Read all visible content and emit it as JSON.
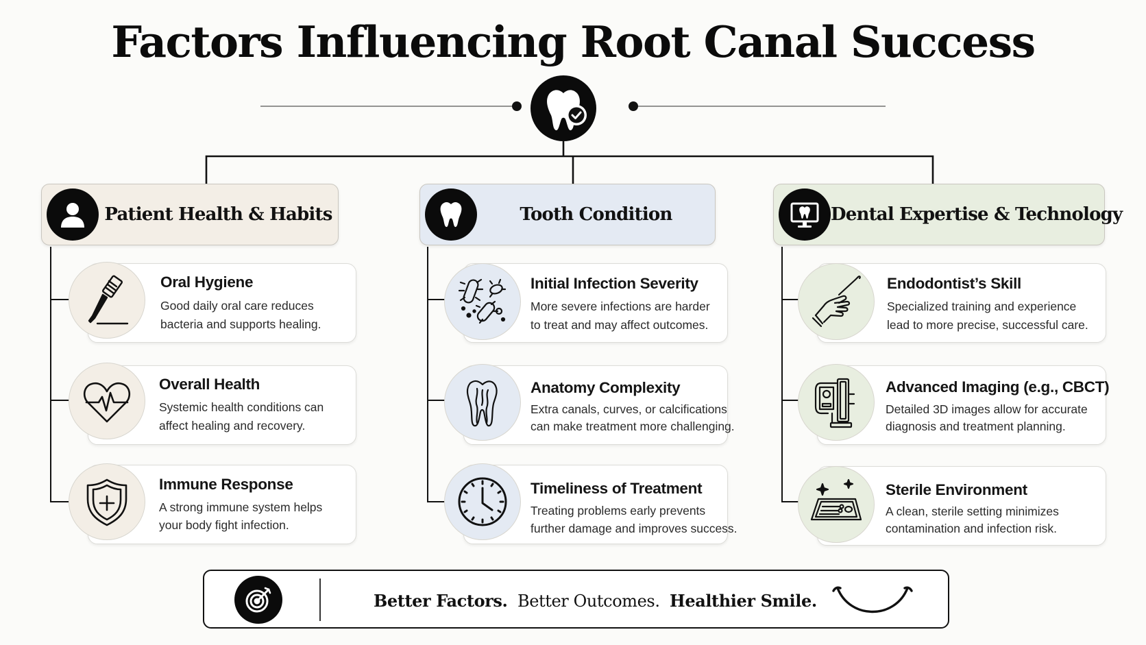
{
  "title": "Factors Influencing Root Canal Success",
  "columns": [
    {
      "title": "Patient Health & Habits",
      "icon": "person-icon",
      "color": "#f3eee6",
      "items": [
        {
          "title": "Oral Hygiene",
          "desc1": "Good daily oral care reduces",
          "desc2": "bacteria and supports healing.",
          "icon": "toothbrush-icon"
        },
        {
          "title": "Overall Health",
          "desc1": "Systemic health conditions can",
          "desc2": "affect healing and recovery.",
          "icon": "heart-pulse-icon"
        },
        {
          "title": "Immune Response",
          "desc1": "A strong immune system helps",
          "desc2": "your body fight infection.",
          "icon": "shield-plus-icon"
        }
      ]
    },
    {
      "title": "Tooth Condition",
      "icon": "tooth-icon",
      "color": "#e4eaf3",
      "items": [
        {
          "title": "Initial Infection Severity",
          "desc1": "More severe infections are harder",
          "desc2": "to treat and may affect outcomes.",
          "icon": "bacteria-icon"
        },
        {
          "title": "Anatomy Complexity",
          "desc1": "Extra canals, curves, or calcifications",
          "desc2": "can make treatment more challenging.",
          "icon": "tooth-roots-icon"
        },
        {
          "title": "Timeliness of Treatment",
          "desc1": "Treating problems early prevents",
          "desc2": "further damage and improves success.",
          "icon": "clock-icon"
        }
      ]
    },
    {
      "title": "Dental Expertise & Technology",
      "icon": "monitor-tooth-icon",
      "color": "#e8eee0",
      "items": [
        {
          "title": "Endodontist’s Skill",
          "desc1": "Specialized training and experience",
          "desc2": "lead to more precise, successful care.",
          "icon": "hand-instrument-icon"
        },
        {
          "title": "Advanced Imaging (e.g., CBCT)",
          "desc1": "Detailed 3D images allow for accurate",
          "desc2": "diagnosis and treatment planning.",
          "icon": "cbct-scanner-icon"
        },
        {
          "title": "Sterile Environment",
          "desc1": "A clean, sterile setting minimizes",
          "desc2": "contamination and infection risk.",
          "icon": "sterile-tray-icon"
        }
      ]
    }
  ],
  "banner": {
    "part1": "Better Factors.",
    "part2": "Better Outcomes.",
    "part3": "Healthier Smile.",
    "icon": "target-icon",
    "smile_icon": "smile-icon"
  }
}
